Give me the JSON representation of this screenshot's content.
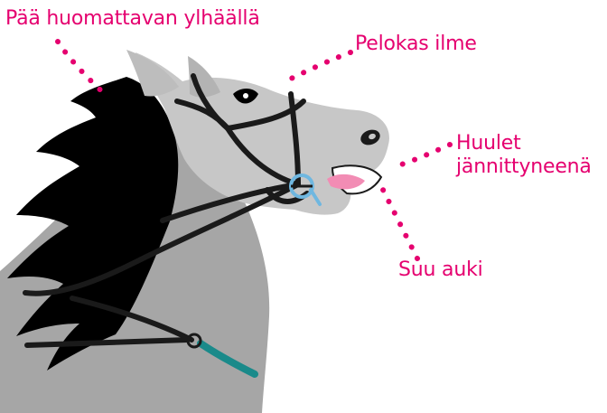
{
  "labels": {
    "head_high": "Pää huomattavan ylhäällä",
    "fearful_expression": "Pelokas ilme",
    "lips_tense": [
      "Huulet",
      "jännittyneenä"
    ],
    "mouth_open": "Suu auki"
  },
  "colors": {
    "label": "#e5006f",
    "body_dark_gray": "#a6a6a6",
    "head_light_gray": "#c7c7c7",
    "mane": "#000000",
    "bridle": "#1a1a1a",
    "bit_ring": "#6fb7e0",
    "tongue": "#f28cb4",
    "martingale": "#1a8a8a"
  }
}
